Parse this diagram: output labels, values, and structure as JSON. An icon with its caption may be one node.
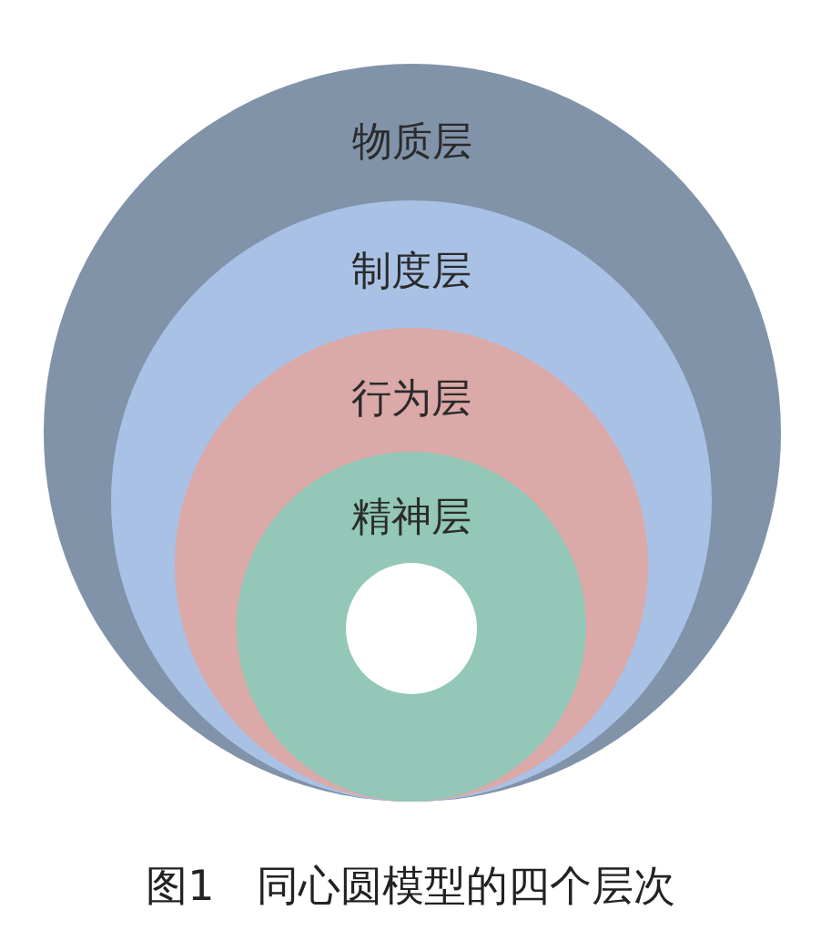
{
  "diagram": {
    "caption": "图1　同心圆模型的四个层次",
    "nodes": [
      {
        "text": [
          "物质层"
        ]
      },
      {
        "text": [
          "制度层"
        ],
        "in": 0
      },
      {
        "text": [
          "行为层"
        ],
        "in": 1
      },
      {
        "text": [
          "精神层"
        ],
        "in": 2
      },
      {
        "text": [],
        "shape": "circle",
        "in": 3
      }
    ]
  }
}
